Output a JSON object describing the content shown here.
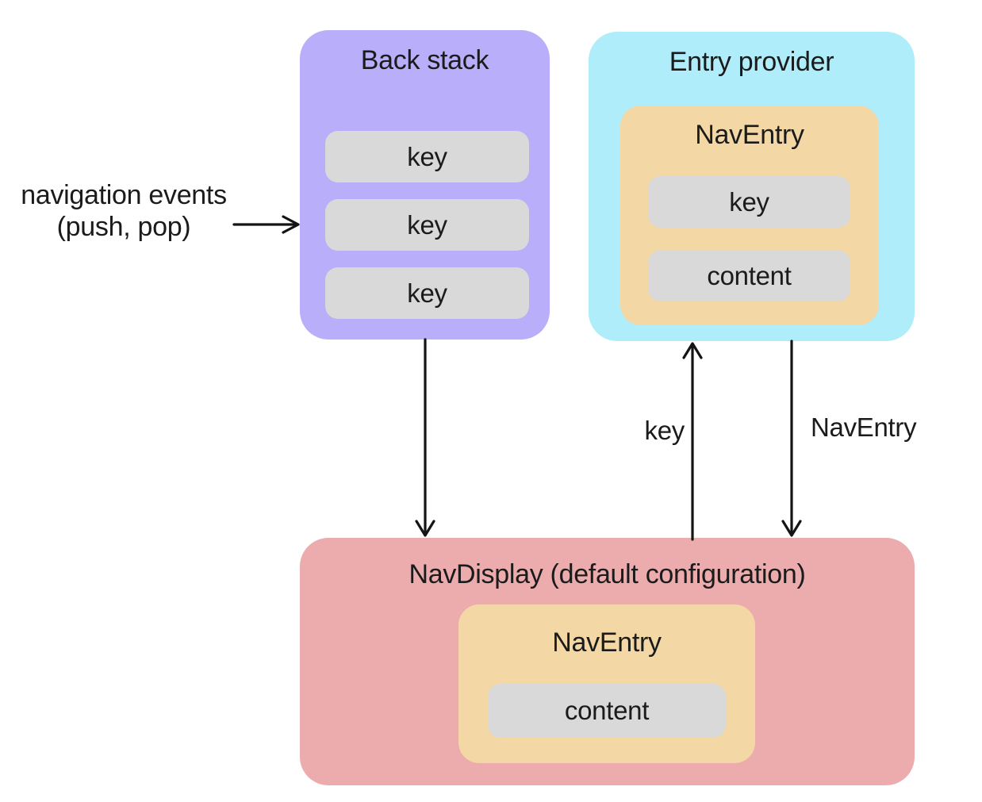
{
  "colors": {
    "back_stack_bg": "#b9aef9",
    "entry_provider_bg": "#b0edfa",
    "nav_entry_bg": "#f3d7a4",
    "nav_display_bg": "#ecacae",
    "pill_bg": "#d9d9d9",
    "text": "#1b1b1b",
    "arrow": "#141414"
  },
  "external_label": {
    "line1": "navigation events",
    "line2": "(push, pop)"
  },
  "back_stack": {
    "title": "Back stack",
    "items": [
      "key",
      "key",
      "key"
    ]
  },
  "entry_provider": {
    "title": "Entry provider",
    "nav_entry": {
      "title": "NavEntry",
      "items": [
        "key",
        "content"
      ]
    }
  },
  "nav_display": {
    "title": "NavDisplay (default configuration)",
    "nav_entry": {
      "title": "NavEntry",
      "items": [
        "content"
      ]
    }
  },
  "arrow_labels": {
    "key": "key",
    "nav_entry": "NavEntry"
  }
}
